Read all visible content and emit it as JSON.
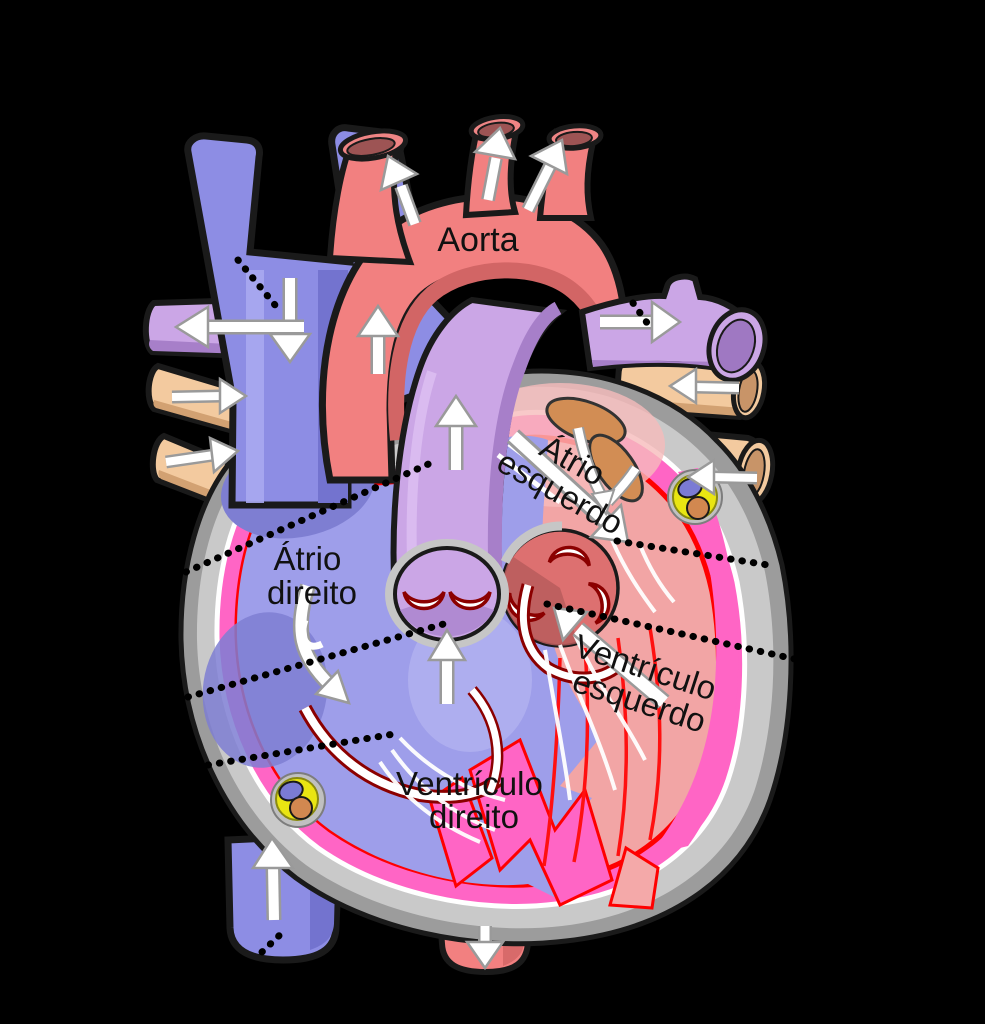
{
  "diagram": {
    "subject": "human-heart-cutaway-diagram",
    "language": "pt",
    "labels": {
      "aorta": "Aorta",
      "atrio_direito_l1": "Átrio",
      "atrio_direito_l2": "direito",
      "atrio_esquerdo_l1": "Átrio",
      "atrio_esquerdo_l2": "esquerdo",
      "ventriculo_direito_l1": "Ventrículo",
      "ventriculo_direito_l2": "direito",
      "ventriculo_esquerdo_l1": "Ventrículo",
      "ventriculo_esquerdo_l2": "esquerdo"
    },
    "icons": [
      "flow-arrow-superior-vena-cava-down",
      "flow-arrow-ascending-aorta-up",
      "flow-arrow-brachiocephalic-up",
      "flow-arrow-carotid-up",
      "flow-arrow-subclavian-up",
      "flow-arrow-pulmonary-trunk-up",
      "flow-arrow-left-pulmonary-artery-out",
      "flow-arrow-right-pulmonary-artery-out",
      "flow-arrow-pulmonary-veins-in-x4",
      "flow-arrow-left-atrium-inflow",
      "flow-arrow-right-atrium-inflow",
      "flow-arrow-right-ventricle-up",
      "flow-arrow-left-ventricle-inflow",
      "flow-arrow-inferior-vena-cava-up",
      "flow-arrow-descending-aorta-down",
      "dotted-leader-lines-x9"
    ],
    "colors": {
      "background": "#000000",
      "artery_red": "#f28080",
      "artery_red_shade": "#d26565",
      "vein_blue": "#8d8de4",
      "vein_blue_shade": "#7373cf",
      "pulmonary_artery_purple": "#cba6e6",
      "pulmonary_artery_shade": "#a77fc9",
      "pulmonary_vein_tan": "#f3ca9f",
      "pulmonary_vein_shade": "#d2a172",
      "pericardium_gray": "#9c9c9c",
      "pericardium_inner_gray": "#c9c9c9",
      "myocardium_pink": "#ff65c5",
      "right_heart_lavender": "#9e9eea",
      "right_heart_dark": "#7e7ed2",
      "left_heart_salmon": "#f2a5a5",
      "endocardium_red": "#ff0000",
      "valve_dark_red": "#8b0000",
      "coronary_yellow": "#e9e512",
      "coronary_blue": "#7b7bd4",
      "coronary_orange": "#d28850",
      "ostia_orange": "#d28d54",
      "arrow_white": "#ffffff",
      "label_black": "#111111"
    }
  }
}
